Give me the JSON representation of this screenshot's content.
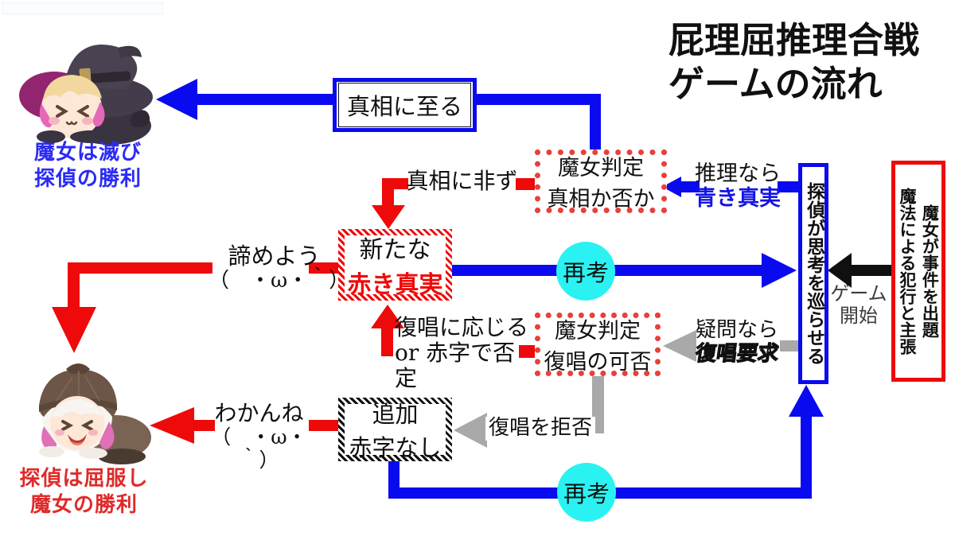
{
  "title": {
    "line1": "屁理屈推理合戦",
    "line2": "ゲームの流れ"
  },
  "characters": {
    "witch_caption": {
      "line1": "魔女は滅び",
      "line2": "探偵の勝利"
    },
    "detective_caption": {
      "line1": "探偵は屈服し",
      "line2": "魔女の勝利"
    }
  },
  "boxes": {
    "reach_truth": "真相に至る",
    "judge_truth": {
      "line1": "魔女判定",
      "line2": "真相か否か"
    },
    "new_red_truth": {
      "line1": "新たな",
      "line2": "赤き真実"
    },
    "judge_repeat": {
      "line1": "魔女判定",
      "line2": "復唱の可否"
    },
    "add_no_red": {
      "line1": "追加",
      "line2": "赤字なし"
    },
    "detective_thinks": "探偵が思考を巡らせる",
    "witch_claims": {
      "line1": "魔女が事件を出題",
      "line2": "魔法による犯行と主張"
    }
  },
  "edges": {
    "not_truth": "真相に非ず",
    "reasoning": {
      "line1": "推理なら",
      "line2": "青き真実"
    },
    "rethink_top": "再考",
    "rethink_bottom": "再考",
    "game_start": {
      "line1": "ゲーム",
      "line2": "開始"
    },
    "give_up": {
      "line1": "諦めよう",
      "line2": "（　・ω・｀）"
    },
    "accept": {
      "line1": "復唱に応じる",
      "line2": "or 赤字で否定"
    },
    "question": {
      "line1": "疑問なら",
      "line2": "復唱要求"
    },
    "refuse": "復唱を拒否",
    "dunno": {
      "line1": "わかんね",
      "line2": "（　・ω・｀）"
    }
  },
  "colors": {
    "blue": "#0a0af0",
    "red": "#ee0a0a",
    "gray": "#a9a9a9",
    "black": "#101010",
    "cyan": "#2bf2f2",
    "blue_text": "#1414e6",
    "witch_caption": "#2b2bf5",
    "detective_caption": "#e02a2a"
  }
}
